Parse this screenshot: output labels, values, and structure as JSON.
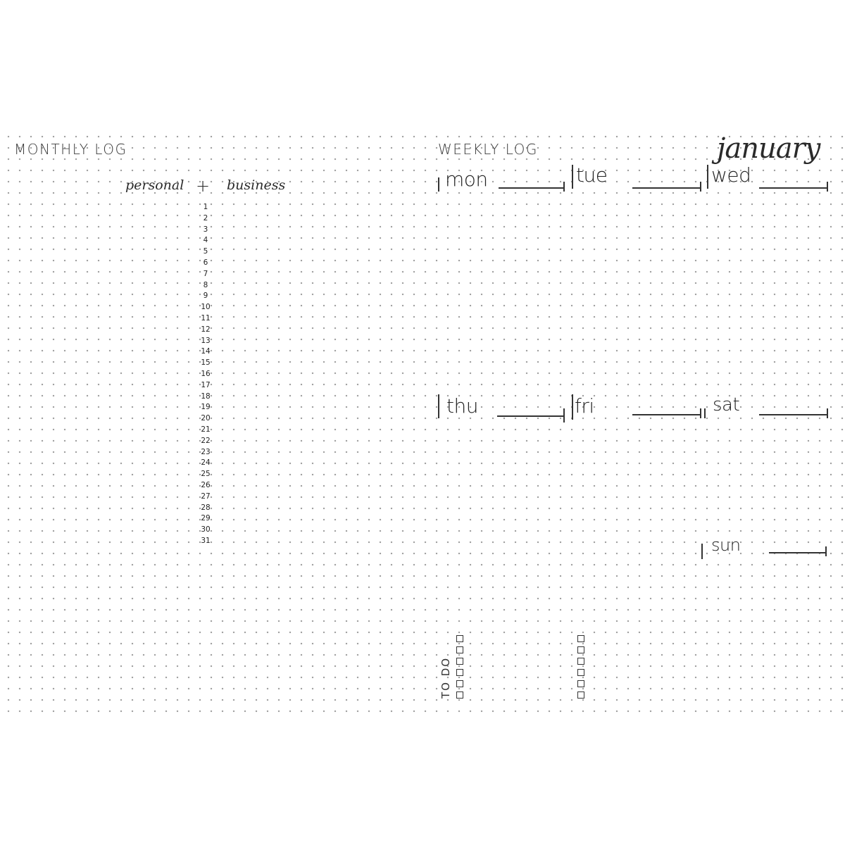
{
  "monthly": {
    "title": "MONTHLY LOG",
    "personal_label": "personal",
    "plus_sign": "+",
    "business_label": "business",
    "days": [
      "1",
      "2",
      "3",
      "4",
      "5",
      "6",
      "7",
      "8",
      "9",
      "10",
      "11",
      "12",
      "13",
      "14",
      "15",
      "16",
      "17",
      "18",
      "19",
      "20",
      "21",
      "22",
      "23",
      "24",
      "25",
      "26",
      "27",
      "28",
      "29",
      "30",
      "31"
    ]
  },
  "weekly": {
    "title": "WEEKLY LOG",
    "month_label": "january",
    "days": {
      "mon": "mon",
      "tue": "tue",
      "wed": "wed",
      "thu": "thu",
      "fri": "fri",
      "sat": "sat",
      "sun": "sun"
    },
    "todo_label": "TO DO"
  },
  "colors": {
    "ink": "#2a2a2a",
    "dots": "#9a9a9a",
    "paper": "#ffffff"
  }
}
